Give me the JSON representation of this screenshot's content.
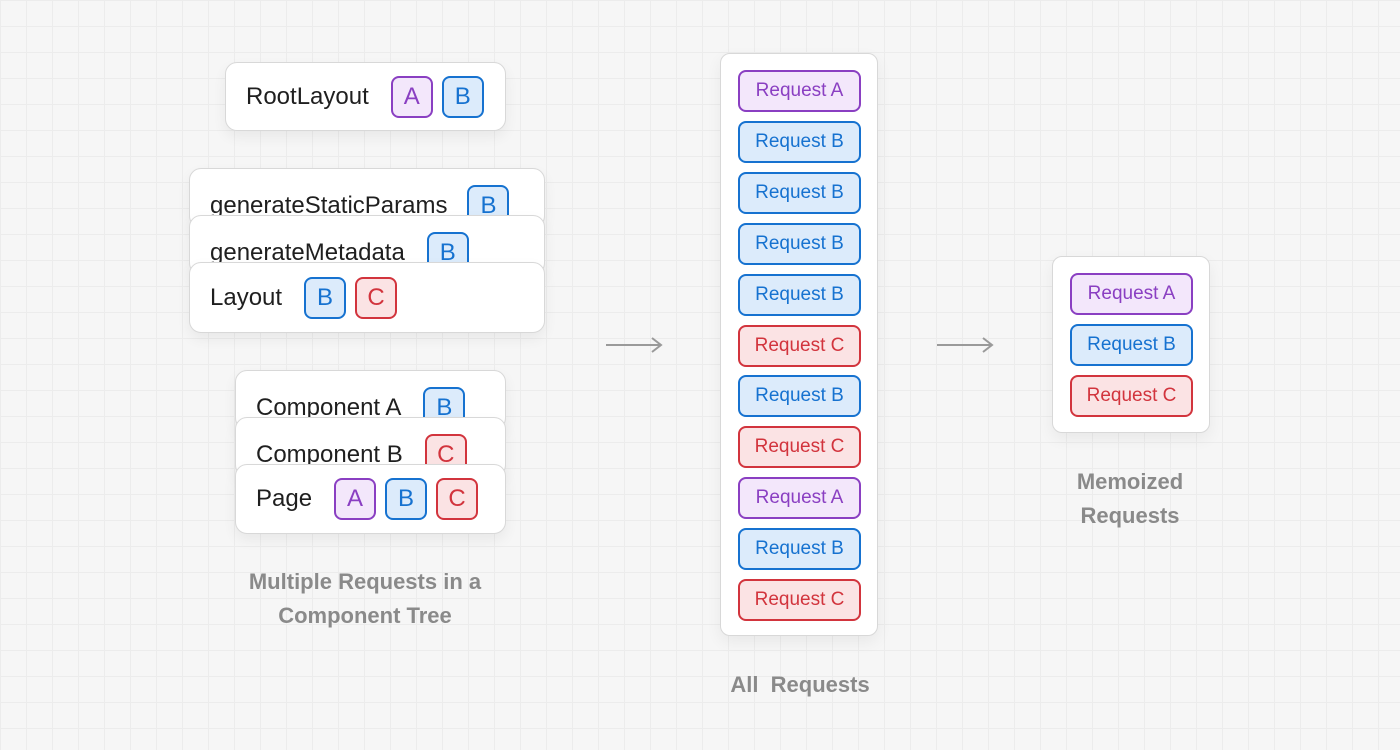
{
  "tree": {
    "root_layout": {
      "label": "RootLayout",
      "badges": [
        "A",
        "B"
      ]
    },
    "generate_static_params": {
      "label": "generateStaticParams",
      "badges": [
        "B"
      ]
    },
    "generate_metadata": {
      "label": "generateMetadata",
      "badges": [
        "B"
      ]
    },
    "layout": {
      "label": "Layout",
      "badges": [
        "B",
        "C"
      ]
    },
    "component_a": {
      "label": "Component A",
      "badges": [
        "B"
      ]
    },
    "component_b": {
      "label": "Component B",
      "badges": [
        "C"
      ]
    },
    "page": {
      "label": "Page",
      "badges": [
        "A",
        "B",
        "C"
      ]
    },
    "caption_line1": "Multiple Requests in a",
    "caption_line2": "Component Tree"
  },
  "all_requests": {
    "items": [
      {
        "label": "Request A",
        "type": "A"
      },
      {
        "label": "Request B",
        "type": "B"
      },
      {
        "label": "Request B",
        "type": "B"
      },
      {
        "label": "Request B",
        "type": "B"
      },
      {
        "label": "Request B",
        "type": "B"
      },
      {
        "label": "Request C",
        "type": "C"
      },
      {
        "label": "Request B",
        "type": "B"
      },
      {
        "label": "Request C",
        "type": "C"
      },
      {
        "label": "Request A",
        "type": "A"
      },
      {
        "label": "Request B",
        "type": "B"
      },
      {
        "label": "Request C",
        "type": "C"
      }
    ],
    "caption": "All  Requests"
  },
  "memoized": {
    "items": [
      {
        "label": "Request A",
        "type": "A"
      },
      {
        "label": "Request B",
        "type": "B"
      },
      {
        "label": "Request C",
        "type": "C"
      }
    ],
    "caption_line1": "Memoized",
    "caption_line2": "Requests"
  },
  "colors": {
    "A": "#8a3fc2",
    "B": "#1672d0",
    "C": "#d2343d",
    "caption": "#8a8a8a",
    "arrow": "#9a9a9a"
  }
}
